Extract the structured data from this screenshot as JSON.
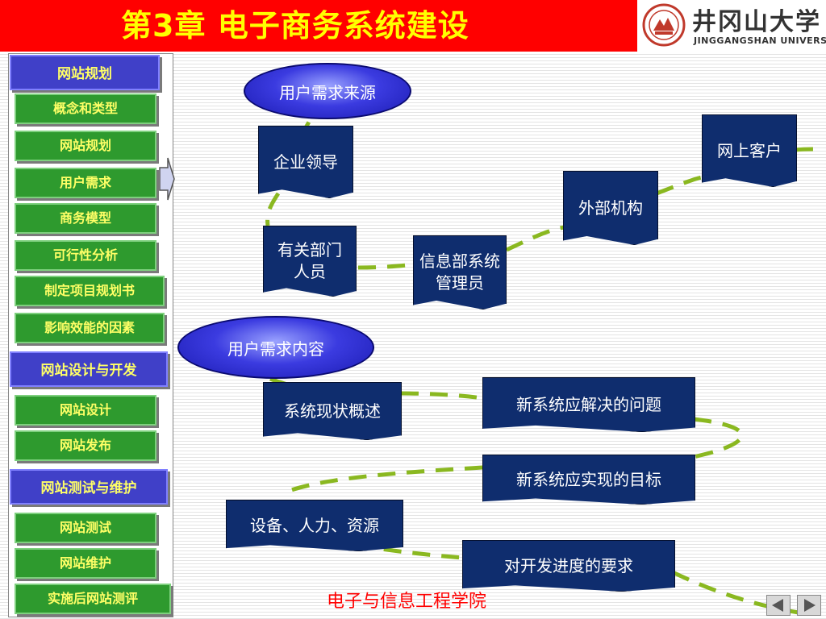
{
  "header": {
    "title_prefix": "第",
    "title_num": "3",
    "title_suffix": "章  电子商务系统建设",
    "university_cn": "井冈山大学",
    "university_en": "JINGGANGSHAN UNIVERSITY"
  },
  "sidebar": {
    "items": [
      {
        "label": "网站规划",
        "type": "head"
      },
      {
        "label": "概念和类型",
        "type": "item"
      },
      {
        "label": "网站规划",
        "type": "item"
      },
      {
        "label": "用户需求",
        "type": "item"
      },
      {
        "label": "商务模型",
        "type": "item"
      },
      {
        "label": "可行性分析",
        "type": "item"
      },
      {
        "label": "制定项目规划书",
        "type": "item"
      },
      {
        "label": "影响效能的因素",
        "type": "item"
      },
      {
        "label": "网站设计与开发",
        "type": "head"
      },
      {
        "label": "网站设计",
        "type": "item"
      },
      {
        "label": "网站发布",
        "type": "item"
      },
      {
        "label": "网站测试与维护",
        "type": "head"
      },
      {
        "label": "网站测试",
        "type": "item"
      },
      {
        "label": "网站维护",
        "type": "item"
      },
      {
        "label": "实施后网站测评",
        "type": "item"
      }
    ]
  },
  "diagram": {
    "oval_source": "用户需求来源",
    "oval_content": "用户需求内容",
    "source_nodes": {
      "leader": "企业领导",
      "dept": "有关部门人员",
      "it": "信息部系统管理员",
      "external": "外部机构",
      "customer": "网上客户"
    },
    "content_nodes": {
      "status": "系统现状概述",
      "problems": "新系统应解决的问题",
      "goals": "新系统应实现的目标",
      "resources": "设备、人力、资源",
      "schedule": "对开发进度的要求"
    }
  },
  "footer": {
    "college": "电子与信息工程学院"
  },
  "colors": {
    "header_bg": "#ff0000",
    "title": "#ffff00",
    "nav_head": "#4040c8",
    "nav_item": "#2e9a2e",
    "doc_bg": "#0f2d6e",
    "dash_line": "#8ab820"
  },
  "icons": [
    "university-seal-icon",
    "current-item-arrow-icon",
    "prev-page-icon",
    "next-page-icon"
  ]
}
